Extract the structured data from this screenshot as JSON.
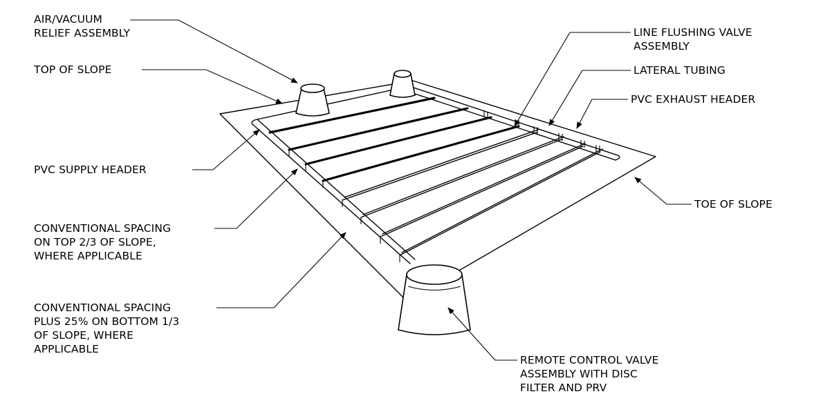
{
  "labels": {
    "air_vacuum": "AIR/VACUUM\nRELIEF ASSEMBLY",
    "top_of_slope": "TOP OF SLOPE",
    "pvc_supply": "PVC SUPPLY HEADER",
    "conv_spacing_top": "CONVENTIONAL SPACING\nON TOP 2/3 OF SLOPE,\nWHERE APPLICABLE",
    "conv_spacing_bottom": "CONVENTIONAL SPACING\nPLUS 25% ON BOTTOM 1/3\nOF SLOPE, WHERE\nAPPLICABLE",
    "line_flushing": "LINE FLUSHING VALVE\nASSEMBLY",
    "lateral_tubing": "LATERAL TUBING",
    "pvc_exhaust": "PVC EXHAUST HEADER",
    "toe_of_slope": "TOE OF SLOPE",
    "remote_control": "REMOTE CONTROL VALVE\nASSEMBLY WITH DISC\nFILTER AND PRV"
  }
}
